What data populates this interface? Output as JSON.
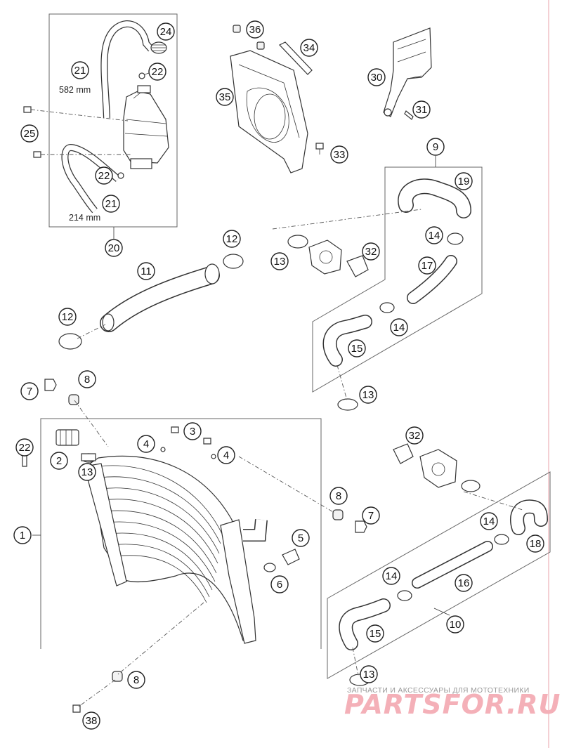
{
  "callouts": [
    {
      "label": "1"
    },
    {
      "label": "2"
    },
    {
      "label": "3"
    },
    {
      "label": "4"
    },
    {
      "label": "4"
    },
    {
      "label": "5"
    },
    {
      "label": "6"
    },
    {
      "label": "7"
    },
    {
      "label": "7"
    },
    {
      "label": "8"
    },
    {
      "label": "8"
    },
    {
      "label": "8"
    },
    {
      "label": "9"
    },
    {
      "label": "10"
    },
    {
      "label": "11"
    },
    {
      "label": "12"
    },
    {
      "label": "12"
    },
    {
      "label": "13"
    },
    {
      "label": "13"
    },
    {
      "label": "13"
    },
    {
      "label": "13"
    },
    {
      "label": "14"
    },
    {
      "label": "14"
    },
    {
      "label": "14"
    },
    {
      "label": "14"
    },
    {
      "label": "15"
    },
    {
      "label": "15"
    },
    {
      "label": "16"
    },
    {
      "label": "17"
    },
    {
      "label": "18"
    },
    {
      "label": "19"
    },
    {
      "label": "20"
    },
    {
      "label": "21"
    },
    {
      "label": "21"
    },
    {
      "label": "22"
    },
    {
      "label": "22"
    },
    {
      "label": "22"
    },
    {
      "label": "24"
    },
    {
      "label": "25"
    },
    {
      "label": "30"
    },
    {
      "label": "31"
    },
    {
      "label": "32"
    },
    {
      "label": "32"
    },
    {
      "label": "33"
    },
    {
      "label": "34"
    },
    {
      "label": "35"
    },
    {
      "label": "36"
    },
    {
      "label": "38"
    }
  ],
  "dimensions": {
    "hose_upper": "582 mm",
    "hose_lower": "214 mm"
  },
  "watermark": {
    "tagline": "ЗАПЧАСТИ И АКСЕССУАРЫ ДЛЯ МОТОТЕХНИКИ",
    "brand": "PARTSFOR.RU"
  },
  "colors": {
    "line": "#333333",
    "watermark_brand": "#f4b0b8",
    "edge_rule": "#e8a0a8"
  }
}
